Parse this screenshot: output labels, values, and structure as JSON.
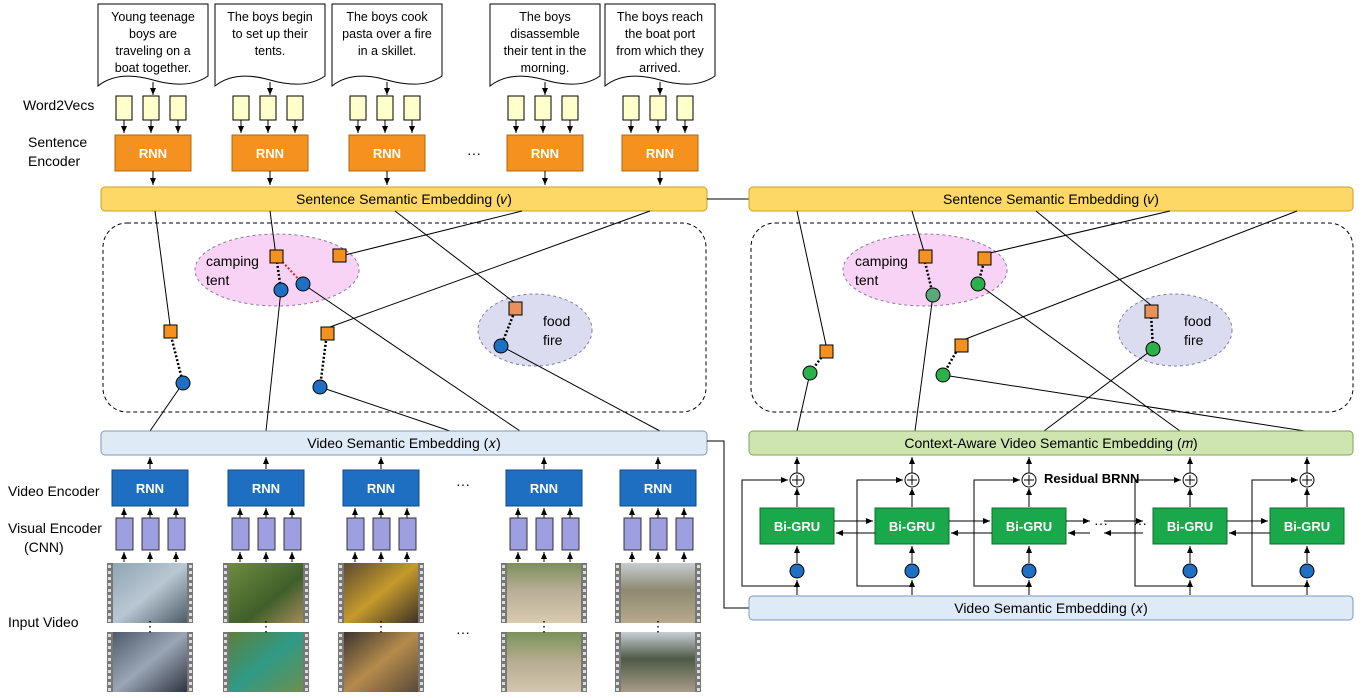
{
  "sentences": [
    [
      "Young teenage",
      "boys are",
      "traveling on a",
      "boat together."
    ],
    [
      "The boys begin",
      "to set up their",
      "tents."
    ],
    [
      "The boys cook",
      "pasta over a fire",
      "in a skillet."
    ],
    [
      "The boys",
      "disassemble",
      "their tent in the",
      "morning."
    ],
    [
      "The boys reach",
      "the boat port",
      "from which they",
      "arrived."
    ]
  ],
  "labels": {
    "word2vecs": "Word2Vecs",
    "sentence_encoder_1": "Sentence",
    "sentence_encoder_2": "Encoder",
    "video_encoder": "Video Encoder",
    "visual_encoder_1": "Visual Encoder",
    "visual_encoder_2": "(CNN)",
    "input_video": "Input Video",
    "ellipsis": "···",
    "vdots": "⋮",
    "residual_brnn": "Residual BRNN"
  },
  "blocks": {
    "rnn": "RNN",
    "bigru": "Bi-GRU"
  },
  "embeddings": {
    "sentence_left": "Sentence Semantic Embedding (𝑣)",
    "sentence_right": "Sentence Semantic Embedding (𝑣)",
    "video_left": "Video Semantic Embedding  (𝑥)",
    "context_right": "Context-Aware Video Semantic Embedding (𝑚)",
    "video_right": "Video Semantic Embedding (𝑥)"
  },
  "clusters": {
    "camping_1": "camping",
    "camping_2": "tent",
    "food_1": "food",
    "food_2": "fire"
  },
  "colors": {
    "doc_fill": "#ffffff",
    "word_vec": "#ffffcc",
    "rnn_orange": "#f5911e",
    "sentence_emb": "#fdd866",
    "video_rnn": "#1e6fc1",
    "cnn_purple": "#9d9fe0",
    "video_emb": "#deeaf6",
    "context_emb": "#cfe5b0",
    "bigru": "#19a84a",
    "pink_cluster": "#f8d3f5",
    "lavender_cluster": "#dcdcf0",
    "dot_blue": "#1f6fc2",
    "dot_green": "#2bb04b",
    "square_orange": "#f5911e"
  }
}
